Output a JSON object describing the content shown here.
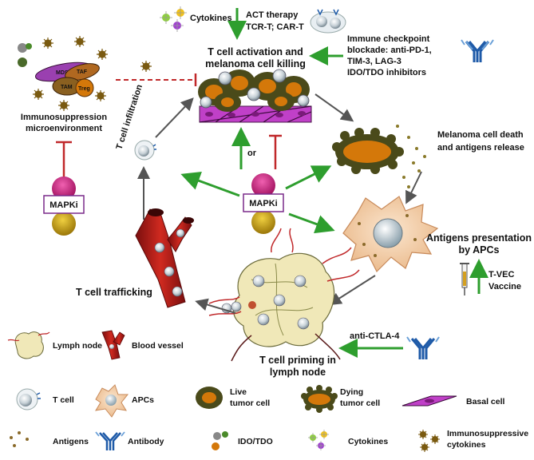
{
  "diagram": {
    "top": {
      "cytokines": "Cytokines",
      "act_therapy": [
        "ACT therapy",
        "TCR-T; CAR-T"
      ],
      "checkpoint": [
        "Immune checkpoint",
        "blockade: anti-PD-1,",
        "TIM-3, LAG-3",
        "IDO/TDO inhibitors"
      ],
      "activation": [
        "T cell activation and",
        "melanoma cell killing"
      ]
    },
    "left": {
      "tme_labels": {
        "mdsc": "MDSC",
        "taf": "TAF",
        "tam": "TAM",
        "treg": "Treg"
      },
      "immunosuppression": [
        "Immunosuppression",
        "microenvironment"
      ],
      "t_cell_infiltration": "T cell infiltration",
      "t_cell_trafficking": "T cell trafficking"
    },
    "center": {
      "mapki_left": "MAPKi",
      "mapki_center": "MAPKi",
      "or": "or"
    },
    "right": {
      "death": [
        "Melanoma cell death",
        "and antigens release"
      ],
      "presentation": [
        "Antigens presentation",
        "by APCs"
      ],
      "tvec": [
        "T-VEC",
        "Vaccine"
      ]
    },
    "bottom": {
      "anti_ctla4": "anti-CTLA-4",
      "priming": [
        "T cell priming in",
        "lymph node"
      ]
    },
    "legend": {
      "lymph_node": "Lymph node",
      "blood_vessel": "Blood vessel",
      "t_cell": "T cell",
      "apcs": "APCs",
      "live_tumor": [
        "Live",
        "tumor cell"
      ],
      "dying_tumor": [
        "Dying",
        "tumor cell"
      ],
      "basal_cell": "Basal cell",
      "antigens": "Antigens",
      "antibody": "Antibody",
      "ido_tdo": "IDO/TDO",
      "cytokines": "Cytokines",
      "immunosuppressive": [
        "Immunosuppressive",
        "cytokines"
      ]
    },
    "colors": {
      "green_arrow": "#2e9e2e",
      "red_inhibit": "#c0282a",
      "gray_arrow": "#555555",
      "tumor_dark": "#4a4a1a",
      "tumor_orange": "#d4780a",
      "basal_magenta": "#c040c8",
      "tcell_gray": "#b8c4cc",
      "apc_peach": "#f3cfa8",
      "vessel_red": "#b01818",
      "antibody_blue": "#1e5aa8",
      "mapki_magenta": "#c81e7e",
      "mapki_gold": "#c8a010",
      "mapki_border": "#7a2a8a"
    },
    "icons": [
      "lymph-node-icon",
      "blood-vessel-icon",
      "t-cell-icon",
      "apc-icon",
      "live-tumor-icon",
      "dying-tumor-icon",
      "basal-cell-icon",
      "antigen-icon",
      "antibody-icon",
      "ido-tdo-icon",
      "cytokine-icon",
      "immunosuppressive-cytokine-icon",
      "syringe-icon"
    ]
  }
}
